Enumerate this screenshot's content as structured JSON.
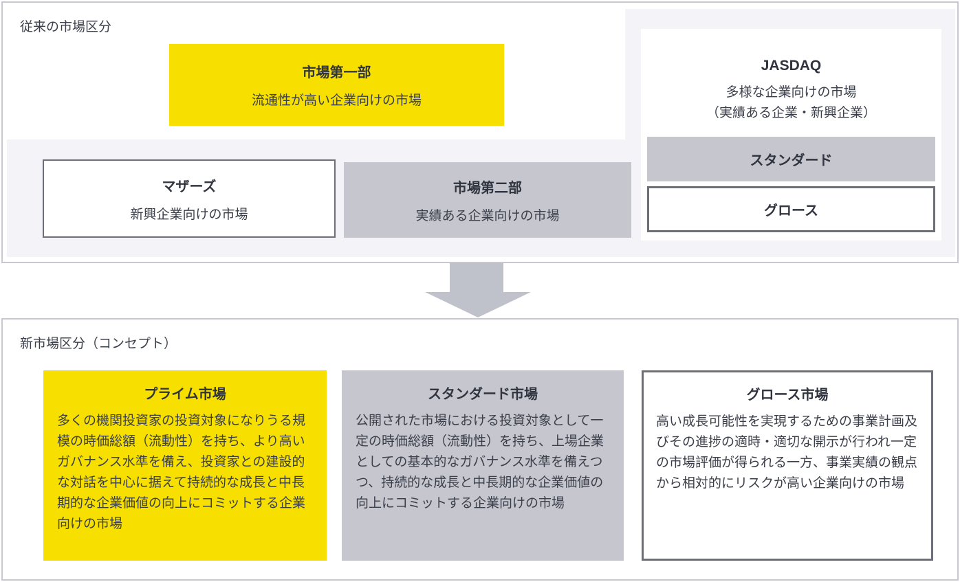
{
  "colors": {
    "highlight_yellow": "#F7E000",
    "gray_box": "#C5C6CE",
    "light_panel": "#F4F4F8",
    "dark_border": "#6C6E78",
    "section_border": "#C7C8D0",
    "arrow_gray": "#BFC1CB",
    "text": "#3B3F4A"
  },
  "old_section": {
    "label": "従来の市場区分",
    "first_section": {
      "title": "市場第一部",
      "desc": "流通性が高い企業向けの市場"
    },
    "mothers": {
      "title": "マザーズ",
      "desc": "新興企業向けの市場"
    },
    "second_section": {
      "title": "市場第二部",
      "desc": "実績ある企業向けの市場"
    },
    "jasdaq": {
      "title": "JASDAQ",
      "desc_line1": "多様な企業向けの市場",
      "desc_line2": "（実績ある企業・新興企業）",
      "standard_label": "スタンダード",
      "growth_label": "グロース"
    }
  },
  "new_section": {
    "label": "新市場区分（コンセプト）",
    "prime": {
      "title": "プライム市場",
      "desc": "多くの機関投資家の投資対象になりうる規模の時価総額（流動性）を持ち、より高いガバナンス水準を備え、投資家との建設的な対話を中心に据えて持続的な成長と中長期的な企業価値の向上にコミットする企業向けの市場"
    },
    "standard": {
      "title": "スタンダード市場",
      "desc": "公開された市場における投資対象として一定の時価総額（流動性）を持ち、上場企業としての基本的なガバナンス水準を備えつつ、持続的な成長と中長期的な企業価値の向上にコミットする企業向けの市場"
    },
    "growth": {
      "title": "グロース市場",
      "desc": "高い成長可能性を実現するための事業計画及びその進捗の適時・適切な開示が行われ一定の市場評価が得られる一方、事業実績の観点から相対的にリスクが高い企業向けの市場"
    }
  }
}
